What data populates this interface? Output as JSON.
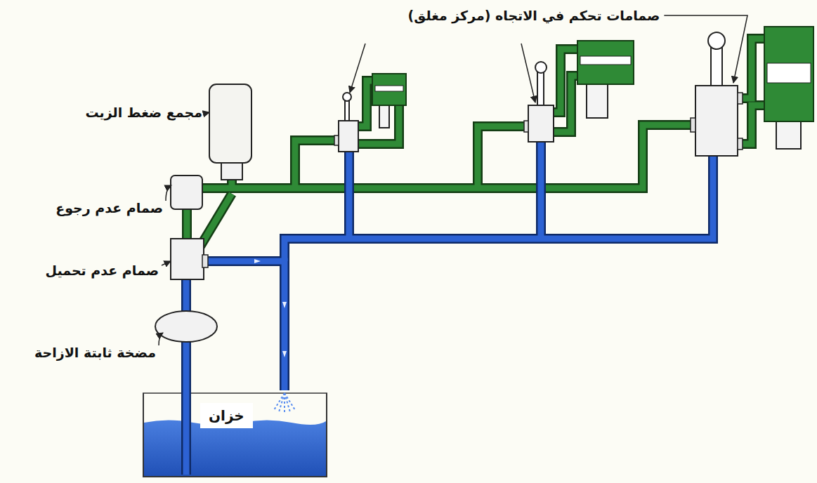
{
  "diagram": {
    "nodes": [
      {
        "text": [
          "خزان"
        ]
      }
    ],
    "edges": [],
    "labels": [
      "صمامات تحكم في الاتجاه (مركز مغلق)",
      "مجمع ضغط الزيت",
      "صمام عدم رجوع",
      "صمام عدم تحميل",
      "مضخة ثابتة الازاحة"
    ]
  }
}
